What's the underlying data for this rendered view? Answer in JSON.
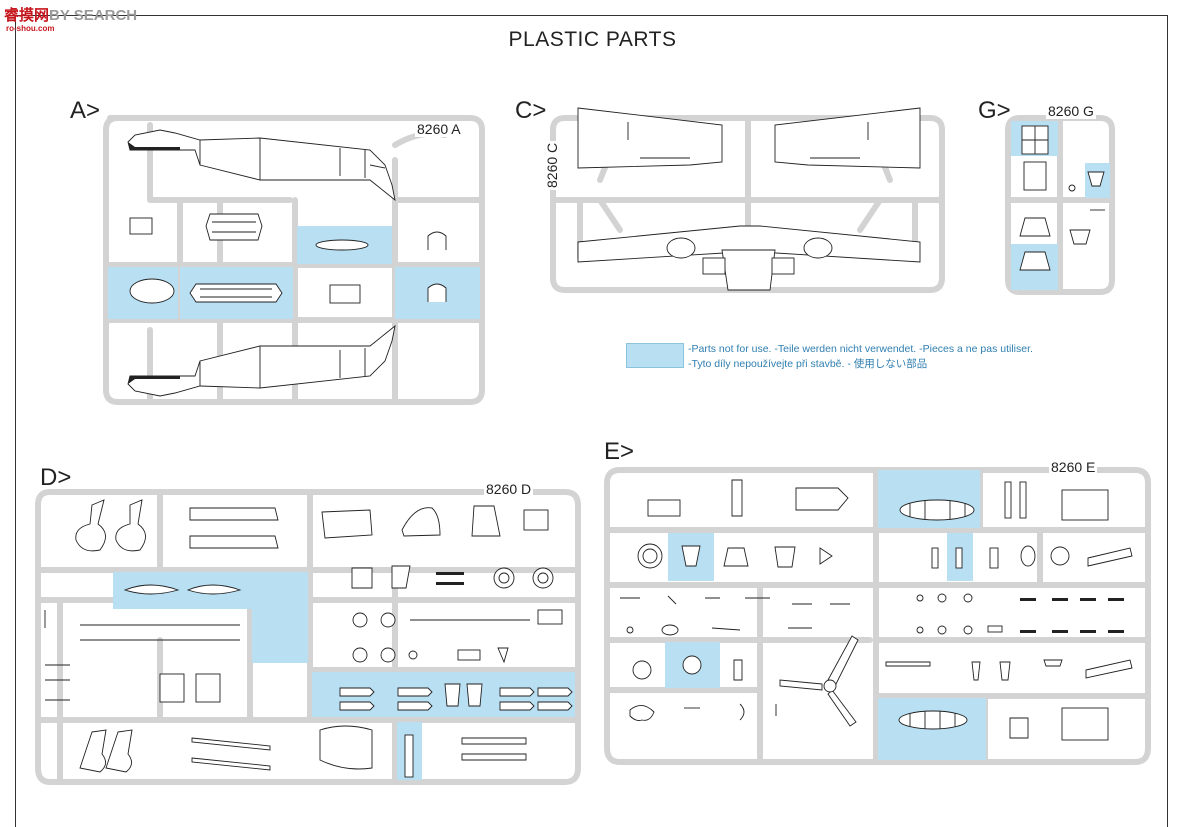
{
  "watermark": {
    "part1": "睿",
    "part2": "摸",
    "part3": "网",
    "part4": "BY SEARCH",
    "sub": "ro-shou.com"
  },
  "page": {
    "title": "PLASTIC PARTS"
  },
  "sections": [
    {
      "letter": "A>",
      "code": "8260 A"
    },
    {
      "letter": "C>",
      "code": "8260 C"
    },
    {
      "letter": "G>",
      "code": "8260 G"
    },
    {
      "letter": "D>",
      "code": "8260 D"
    },
    {
      "letter": "E>",
      "code": "8260 E"
    }
  ],
  "legend": {
    "line1": "-Parts not for use. -Teile werden nicht verwendet. -Pieces a ne pas utiliser.",
    "line2": "-Tyto díly nepoužívejte při stavbě. -  使用しない部品"
  },
  "colors": {
    "unused_parts": "#b8dff2",
    "sprue": "#d3d3d3",
    "line": "#222222"
  }
}
